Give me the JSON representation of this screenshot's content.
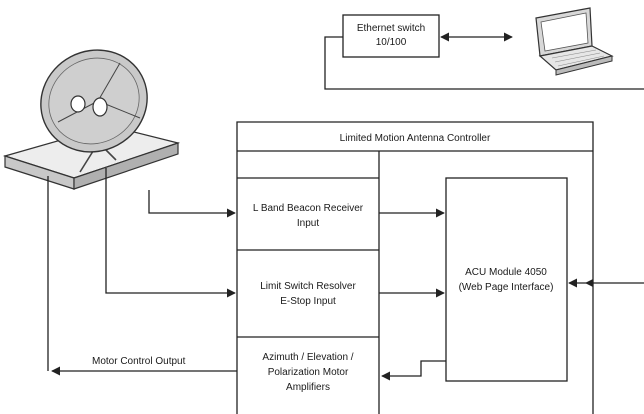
{
  "diagram": {
    "controller_title": "Limited Motion Antenna Controller",
    "switch": {
      "line1": "Ethernet switch",
      "line2": "10/100"
    },
    "beacon": {
      "line1": "L Band Beacon Receiver",
      "line2": "Input"
    },
    "limit": {
      "line1": "Limit Switch Resolver",
      "line2": "E-Stop Input"
    },
    "amps": {
      "line1": "Azimuth / Elevation /",
      "line2": "Polarization Motor",
      "line3": "Amplifiers"
    },
    "acu": {
      "line1": "ACU Module 4050",
      "line2": "(Web Page Interface)"
    },
    "motor_output_label": "Motor Control Output",
    "icons": [
      "satellite-dish-icon",
      "laptop-icon"
    ]
  }
}
